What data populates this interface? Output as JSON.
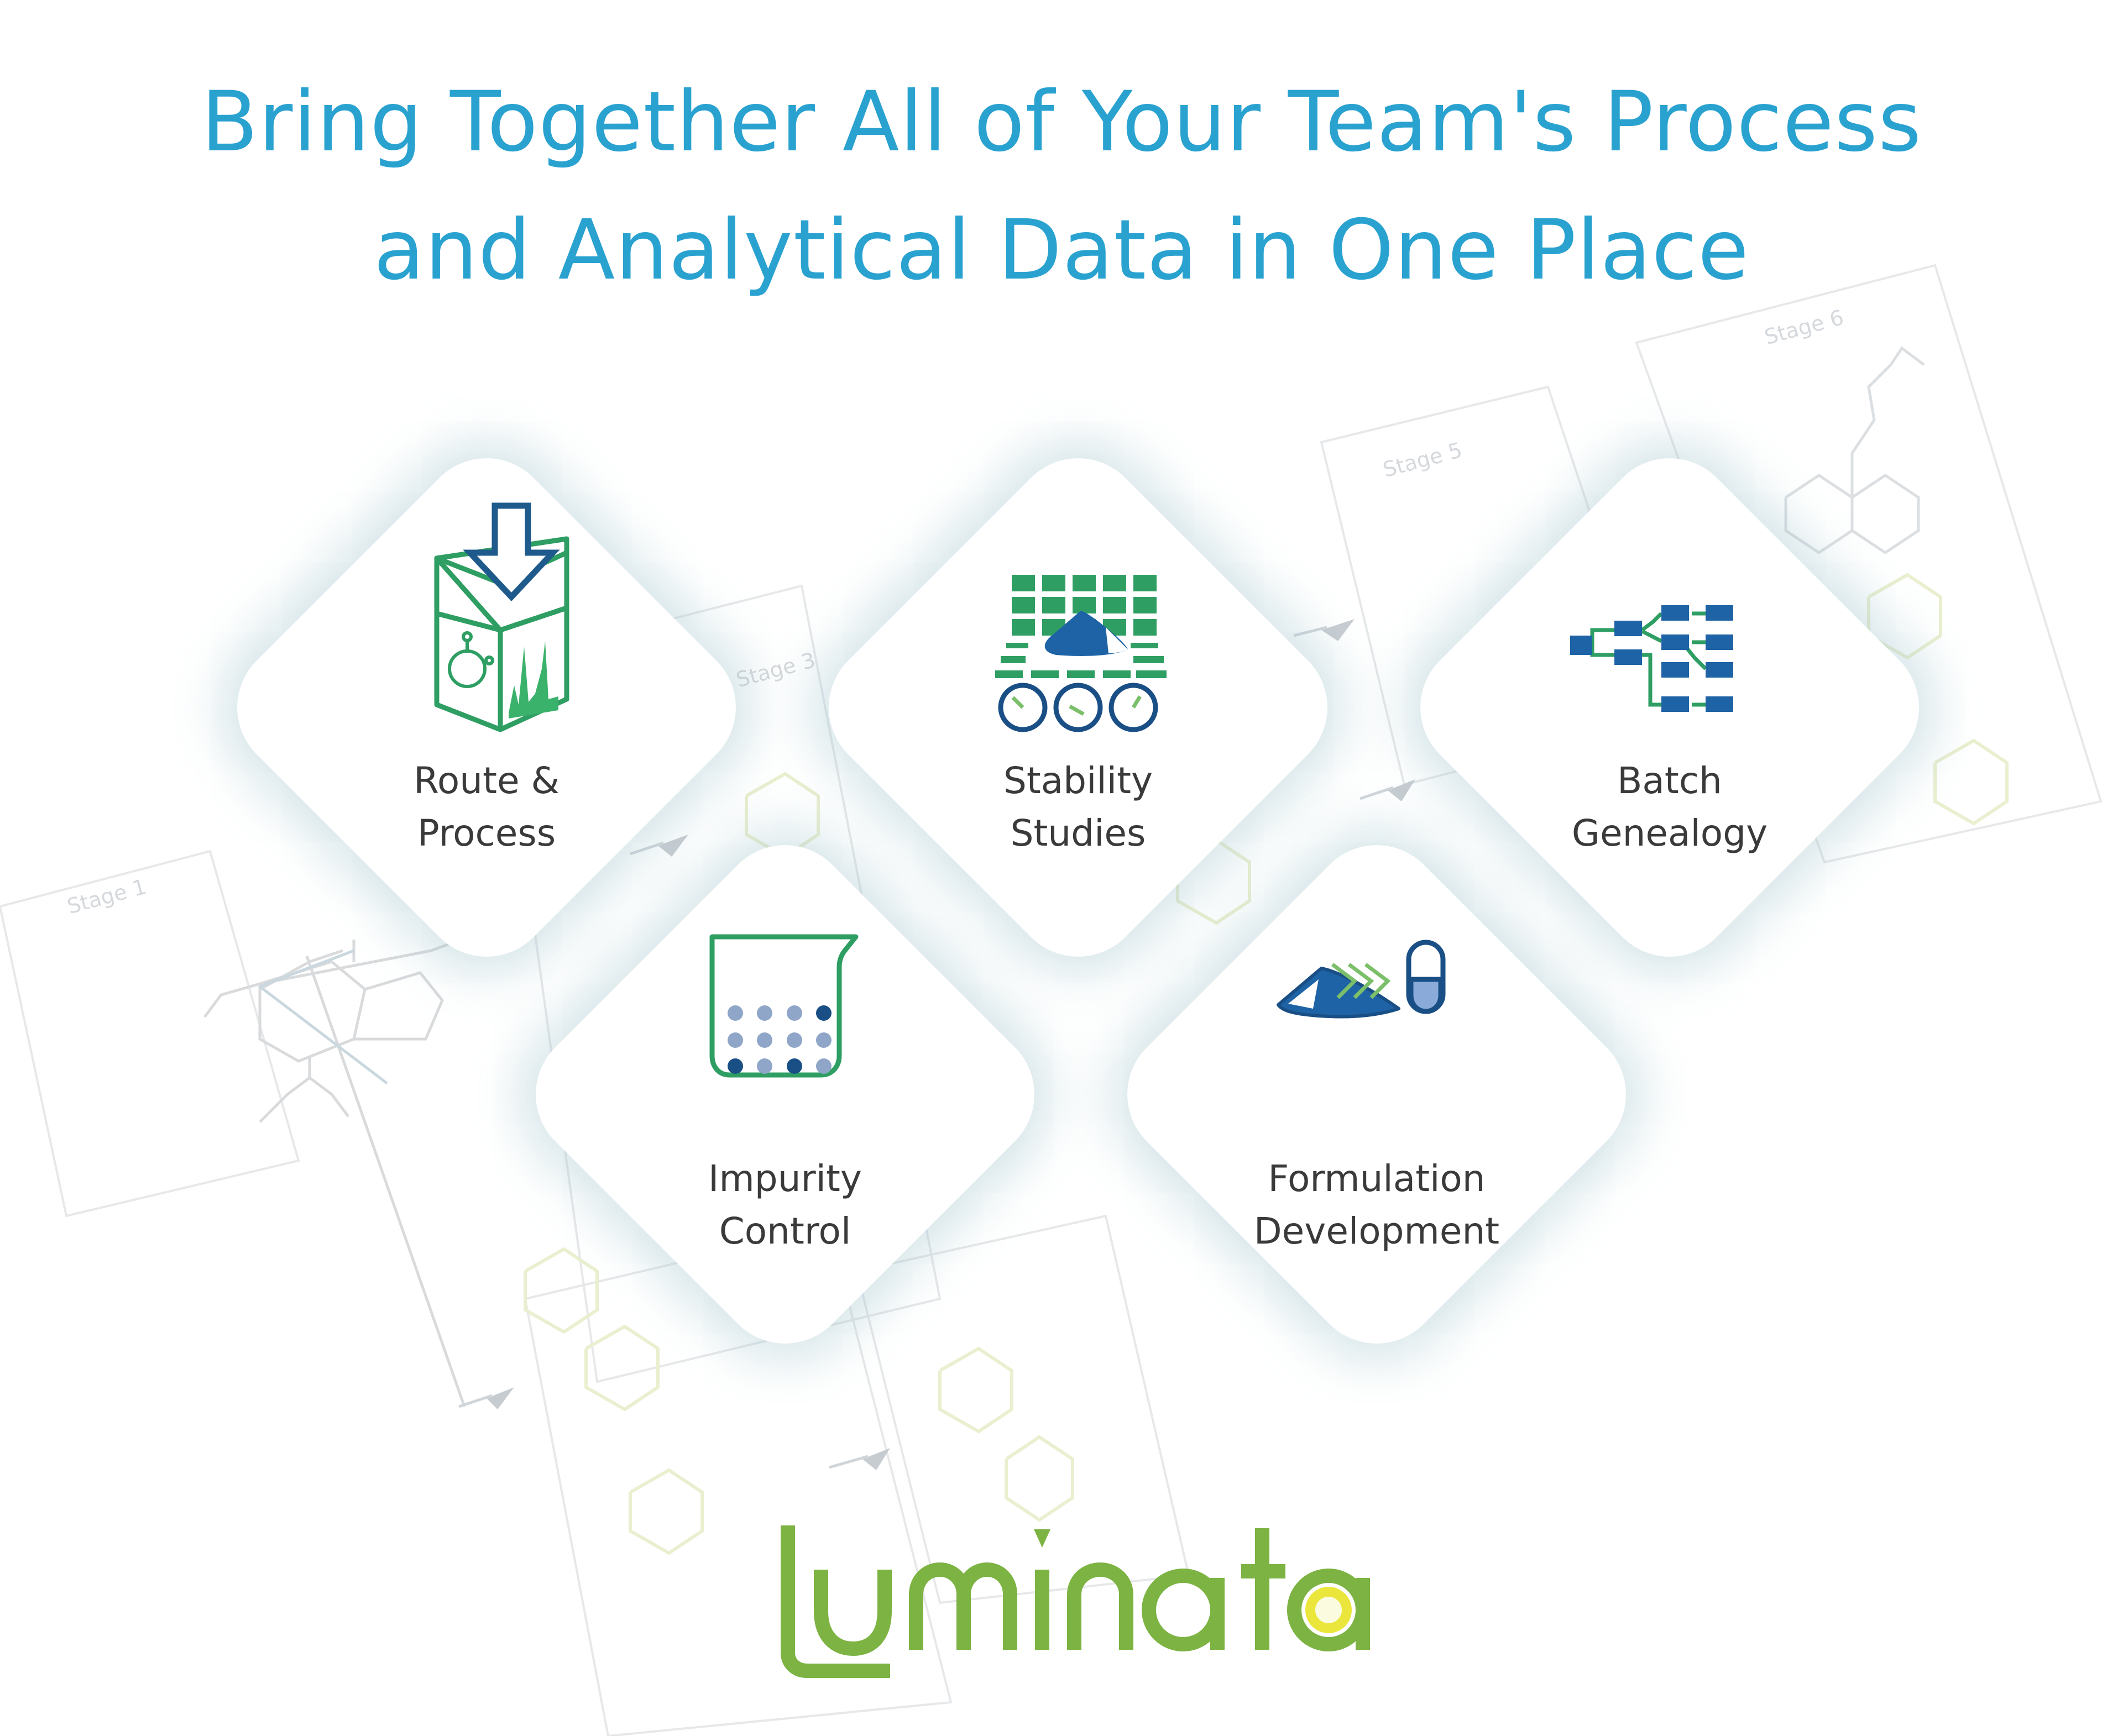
{
  "headline": {
    "line1": "Bring Together All of Your Team's Process",
    "line2": "and Analytical Data in One Place"
  },
  "colors": {
    "headline": "#2aa2d0",
    "green": "#2e9e63",
    "green_light": "#3bb26b",
    "blue": "#1e63a6",
    "blue_dark": "#1a4f86",
    "blue_light": "#8fa6c8",
    "logo_green": "#7cb342",
    "logo_yellow": "#e8e21a",
    "label_text": "#3a3a3a"
  },
  "background_stages": [
    {
      "label": "Stage 1"
    },
    {
      "label": "Stage 3"
    },
    {
      "label": "Stage 5"
    },
    {
      "label": "Stage 6"
    }
  ],
  "tiles": [
    {
      "id": "route-process",
      "icon": "box-with-arrow-icon",
      "line1": "Route &",
      "line2": "Process"
    },
    {
      "id": "stability-studies",
      "icon": "stability-grid-icon",
      "line1": "Stability",
      "line2": "Studies"
    },
    {
      "id": "batch-genealogy",
      "icon": "genealogy-tree-icon",
      "line1": "Batch",
      "line2": "Genealogy"
    },
    {
      "id": "impurity-control",
      "icon": "beaker-icon",
      "line1": "Impurity",
      "line2": "Control"
    },
    {
      "id": "formulation-development",
      "icon": "powder-to-capsule-icon",
      "line1": "Formulation",
      "line2": "Development"
    }
  ],
  "logo": {
    "text": "Luminata"
  }
}
